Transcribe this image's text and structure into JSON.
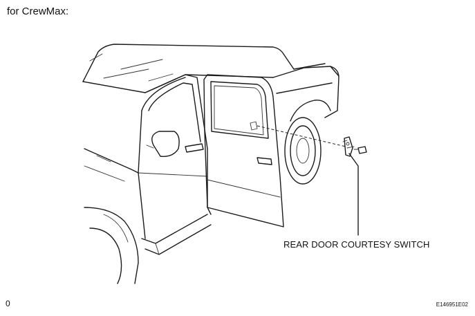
{
  "heading": "for CrewMax:",
  "callout": "REAR DOOR COURTESY SWITCH",
  "page_mark": "0",
  "figure_id": "E146951E02"
}
